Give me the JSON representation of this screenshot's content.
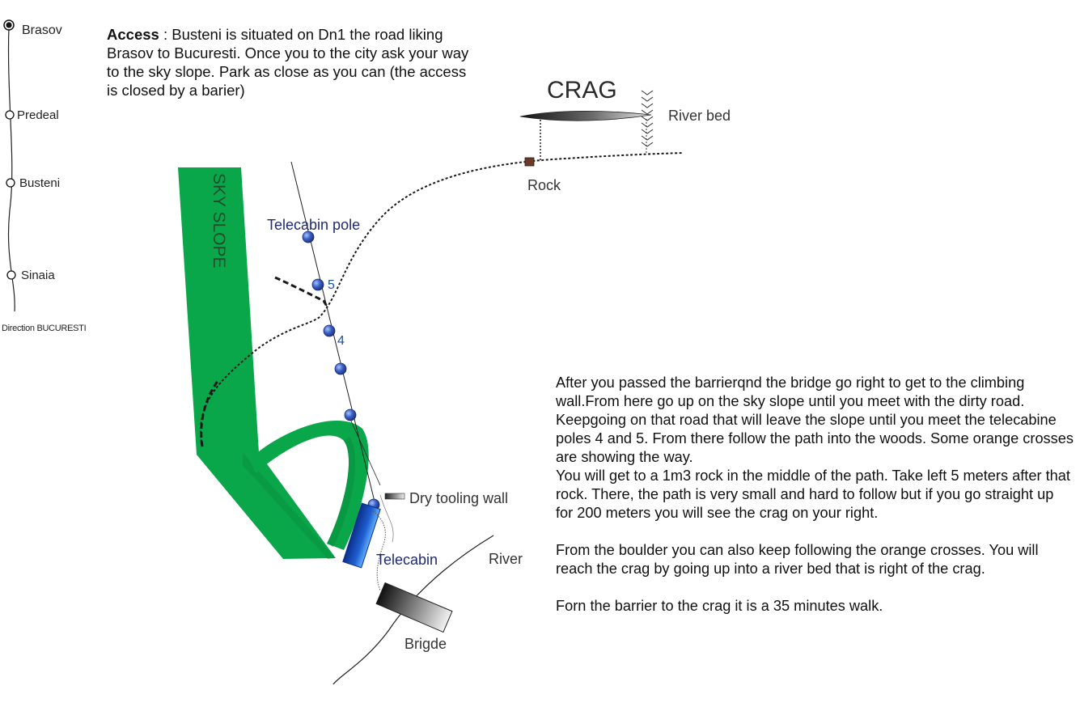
{
  "route_stops": [
    "Brasov",
    "Predeal",
    "Busteni",
    "Sinaia"
  ],
  "direction_label": "Direction BUCURESTI",
  "access": {
    "heading": "Access",
    "text": " : Busteni is situated on Dn1 the road liking Brasov to Bucuresti. Once you to the city ask your way to the sky slope. Park as close as you can (the access is closed by a barier)"
  },
  "map_labels": {
    "crag": "CRAG",
    "river_bed": "River bed",
    "rock": "Rock",
    "sky_slope": "SKY SLOPE",
    "telecabin_pole": "Telecabin pole",
    "pole_5": "5",
    "pole_4": "4",
    "dry_tooling_wall": "Dry tooling wall",
    "telecabin": "Telecabin",
    "river": "River",
    "bridge": "Brigde"
  },
  "directions": [
    "After you passed the barrierqnd the bridge go right to get to the climbing wall.From here go up on the sky slope until you meet with the dirty road. Keepgoing on that road that will leave the slope until you meet the telecabine poles 4 and 5. From there follow the path into the woods. Some orange crosses are showing the way.",
    "You will get to a 1m3 rock in the middle of the path. Take left 5 meters after that rock. There, the path is very small and hard to follow but if you go straight up for 200 meters you will see the crag on your right.",
    "From the boulder you can also keep following the orange crosses. You will reach the crag by going up into a river bed that is right of the crag.",
    "Forn the barrier to the crag it is a 35 minutes walk."
  ],
  "colors": {
    "slope_green": "#0aa64a",
    "slope_dark_green": "#08913f",
    "pole_blue": "#2e4fb5",
    "label_navy": "#1f2a6e",
    "telecabin_blue": "#1f5fd1",
    "rock_brown": "#6b3a2a"
  }
}
